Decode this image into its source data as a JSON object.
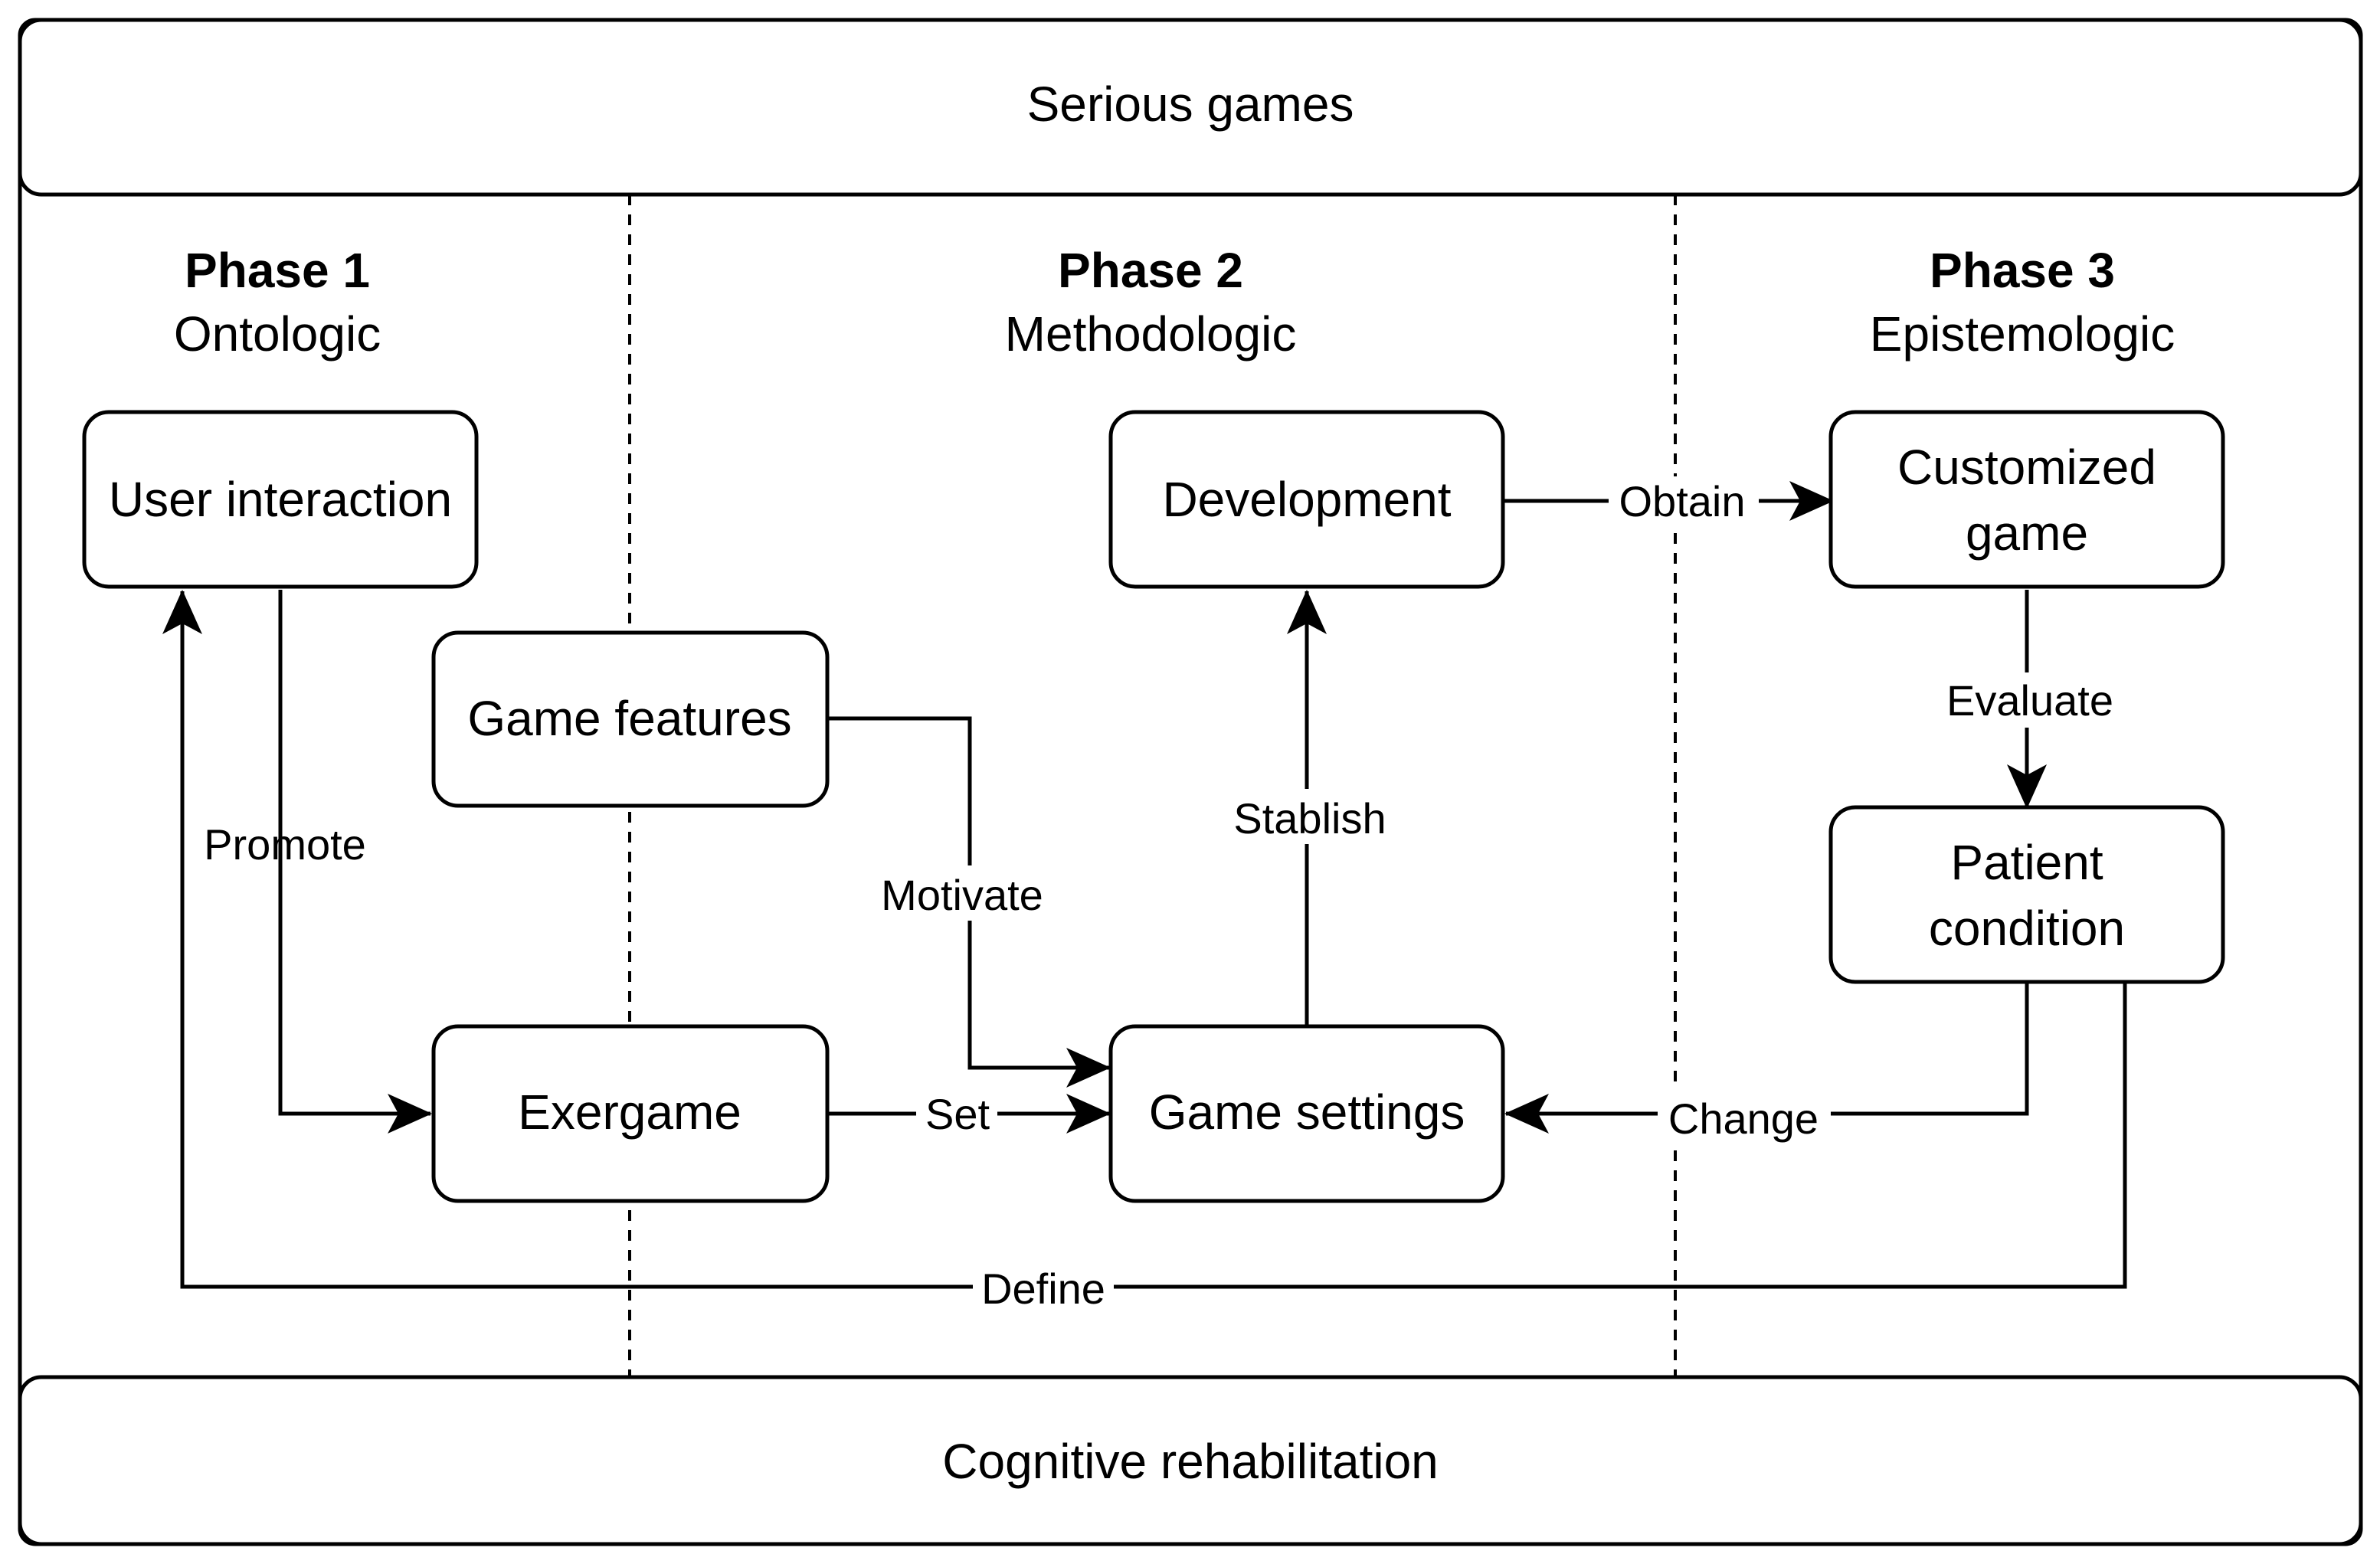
{
  "header": {
    "label": "Serious games"
  },
  "footer": {
    "label": "Cognitive rehabilitation"
  },
  "phases": [
    {
      "title": "Phase 1",
      "subtitle": "Ontologic"
    },
    {
      "title": "Phase 2",
      "subtitle": "Methodologic"
    },
    {
      "title": "Phase 3",
      "subtitle": "Epistemologic"
    }
  ],
  "nodes": {
    "user_interaction": {
      "label": "User interaction"
    },
    "game_features": {
      "label": "Game features"
    },
    "exergame": {
      "label": "Exergame"
    },
    "development": {
      "label": "Development"
    },
    "game_settings": {
      "label": "Game settings"
    },
    "customized_game": {
      "line1": "Customized",
      "line2": "game"
    },
    "patient_condition": {
      "line1": "Patient",
      "line2": "condition"
    }
  },
  "edges": {
    "promote": "Promote",
    "motivate": "Motivate",
    "set": "Set",
    "stablish": "Stablish",
    "obtain": "Obtain",
    "evaluate": "Evaluate",
    "change": "Change",
    "define": "Define"
  }
}
